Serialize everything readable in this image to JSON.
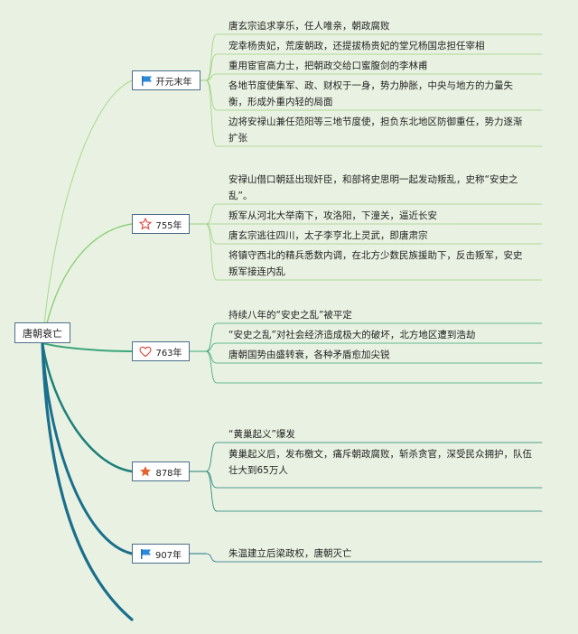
{
  "root": {
    "label": "唐朝衰亡"
  },
  "colors": {
    "branch_1": "#a6d98a",
    "branch_2": "#8dcf7a",
    "branch_3": "#3aa57a",
    "branch_4": "#1e7f7a",
    "branch_5": "#1a6f8c",
    "leaf_line": "#9bd080"
  },
  "branches": [
    {
      "label": "开元末年",
      "icon": "blue-flag-icon",
      "leaves": [
        "唐玄宗追求享乐，任人唯亲，朝政腐败",
        "宠幸杨贵妃，荒废朝政，还提拔杨贵妃的堂兄杨国忠担任宰相",
        "重用宦官高力士，把朝政交给口蜜腹剑的李林甫",
        "各地节度使集军、政、财权于一身，势力肿胀，中央与地方的力量失衡，形成外重内轻的局面",
        "边将安禄山兼任范阳等三地节度使，担负东北地区防御重任，势力逐渐扩张"
      ]
    },
    {
      "label": "755年",
      "icon": "star-outline-icon",
      "leaves": [
        "安禄山借口朝廷出现奸臣，和部将史思明一起发动叛乱，史称“安史之乱”。",
        "叛军从河北大举南下，攻洛阳，下潼关，逼近长安",
        "唐玄宗逃往四川，太子李亨北上灵武，即唐肃宗",
        "将镇守西北的精兵悉数内调，在北方少数民族援助下，反击叛军，安史叛军接连内乱"
      ]
    },
    {
      "label": "763年",
      "icon": "heart-outline-icon",
      "leaves": [
        "持续八年的“安史之乱”被平定",
        "“安史之乱”对社会经济造成极大的破坏，北方地区遭到浩劫",
        "唐朝国势由盛转衰，各种矛盾愈加尖锐",
        ""
      ]
    },
    {
      "label": "878年",
      "icon": "star-filled-icon",
      "leaves": [
        "“黄巢起义”爆发",
        "黄巢起义后，发布檄文，痛斥朝政腐败，斩杀贪官，深受民众拥护，队伍壮大到65万人",
        ""
      ]
    },
    {
      "label": "907年",
      "icon": "blue-flag-icon",
      "leaves": [
        "朱温建立后梁政权，唐朝灭亡"
      ]
    }
  ]
}
